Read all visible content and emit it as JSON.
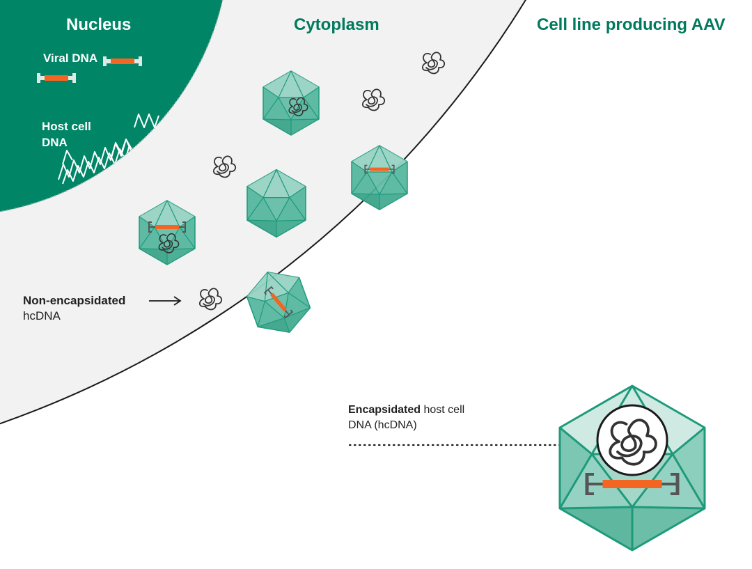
{
  "headings": {
    "nucleus": "Nucleus",
    "cytoplasm": "Cytoplasm",
    "cell_line": "Cell line producing AAV"
  },
  "nucleus_labels": {
    "viral_dna": "Viral DNA",
    "host_cell_line1": "Host cell",
    "host_cell_line2": "DNA"
  },
  "callouts": {
    "non_encapsidated_bold": "Non-encapsidated",
    "non_encapsidated_rest": "hcDNA",
    "encapsidated_bold": "Encapsidated",
    "encapsidated_rest1": " host cell",
    "encapsidated_rest2": "DNA (hcDNA)"
  },
  "colors": {
    "nucleus": "#008566",
    "cytoplasm": "#f2f2f2",
    "capsid_fill": "#4fb49b",
    "capsid_stroke": "#1e9a7b",
    "viral_dna": "#f26522",
    "itr": "#555555",
    "hcdna": "#333333",
    "heading": "#007a5e"
  }
}
